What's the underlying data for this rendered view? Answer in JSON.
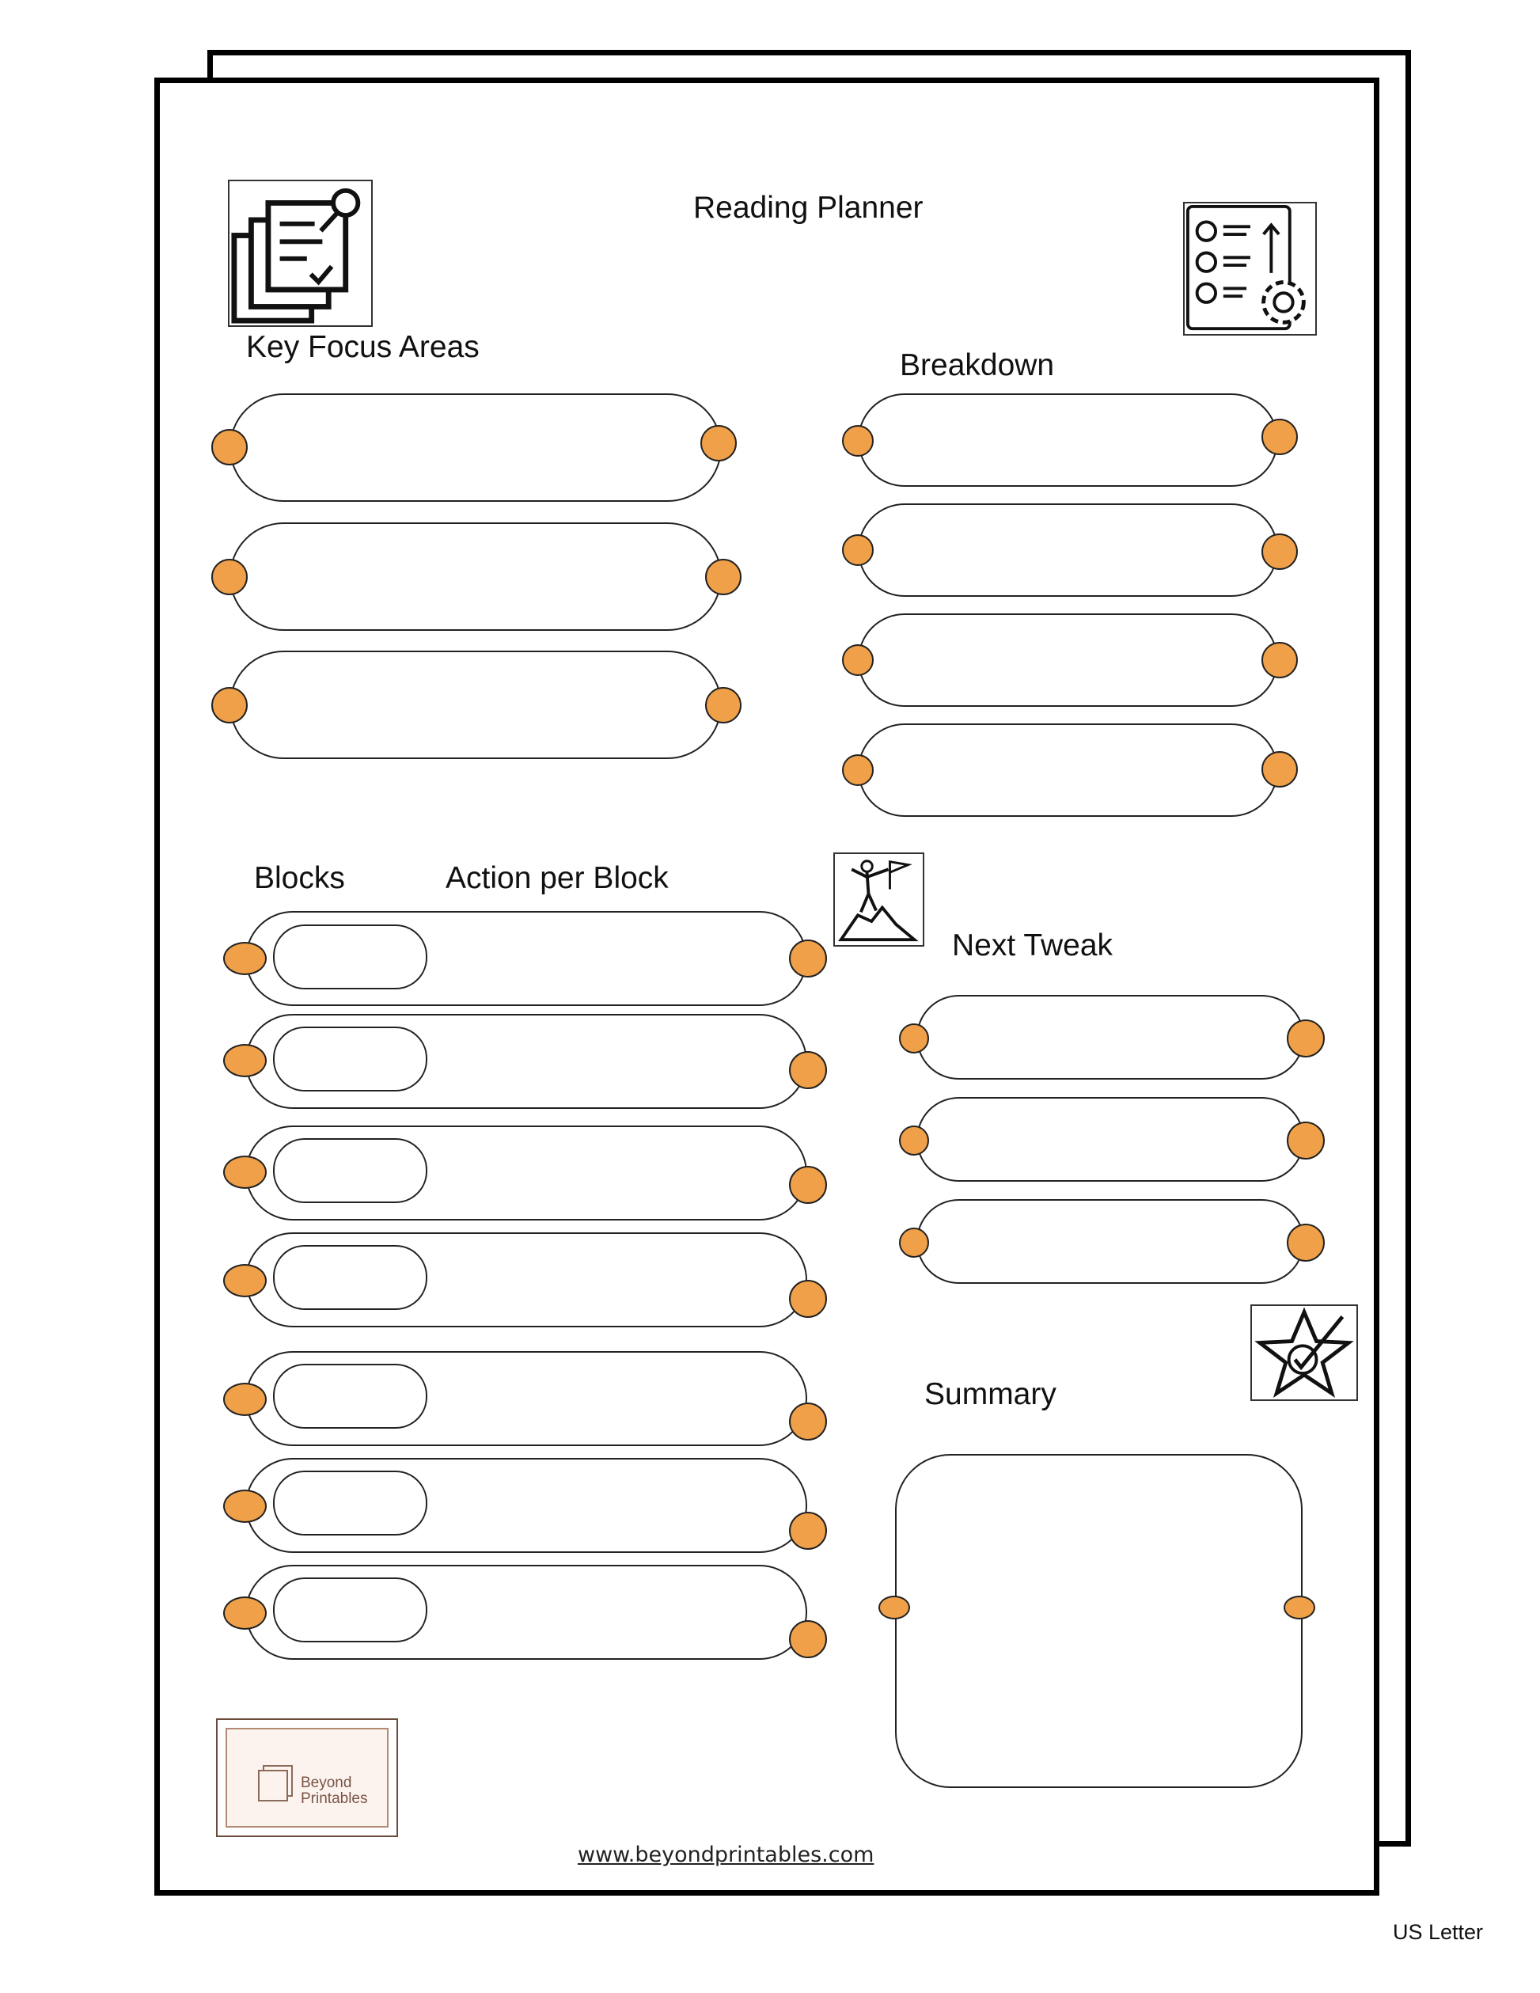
{
  "title": "Reading Planner",
  "sections": {
    "key_focus_areas": "Key Focus Areas",
    "breakdown": "Breakdown",
    "blocks": "Blocks",
    "action_per_block": "Action per Block",
    "next_tweak": "Next Tweak",
    "summary": "Summary"
  },
  "logo": {
    "line1": "Beyond",
    "line2": "Printables"
  },
  "footer_url": "www.beyondprintables.com",
  "paper_size": "US Letter",
  "icons": [
    "notes-pin-icon",
    "numbered-list-gear-icon",
    "summit-flag-icon",
    "star-check-icon"
  ],
  "colors": {
    "accent": "#f0a048",
    "outline": "#222222",
    "logo": "#7a5444"
  }
}
